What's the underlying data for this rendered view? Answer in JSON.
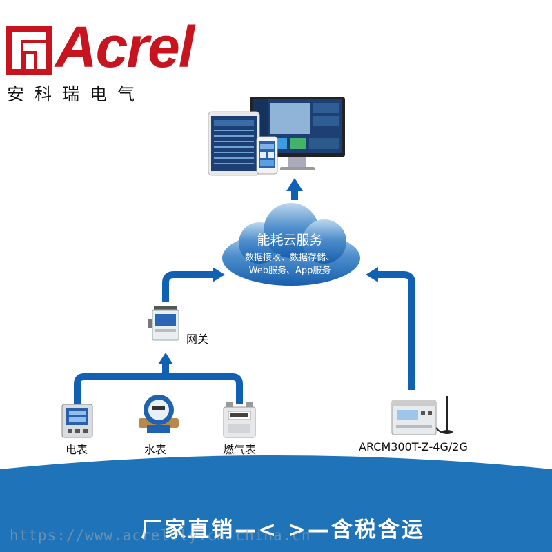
{
  "brand": {
    "name": "Acrel",
    "name_cn": "安科瑞电气",
    "color": "#c8141e"
  },
  "cloud": {
    "title": "能耗云服务",
    "line1": "数据接收、数据存储、",
    "line2": "Web服务、App服务"
  },
  "gateway": {
    "label": "网关"
  },
  "devices": {
    "electric_meter": "电表",
    "water_meter": "水表",
    "gas_meter": "燃气表",
    "arcm": "ARCM300T-Z-4G/2G"
  },
  "footer": {
    "slogan": "厂家直销—<  >—含税含运",
    "watermark": "https://www.acrelcly.cn.china.cn"
  },
  "colors": {
    "arrow": "#1060b4",
    "cloud": "#1e6ab4",
    "footer": "#1f73b8"
  },
  "icons": [
    "monitor-icon",
    "tablet-icon",
    "phone-icon",
    "cloud-icon",
    "gateway-icon",
    "electric-meter-icon",
    "water-meter-icon",
    "gas-meter-icon",
    "arcm-device-icon",
    "antenna-icon"
  ]
}
